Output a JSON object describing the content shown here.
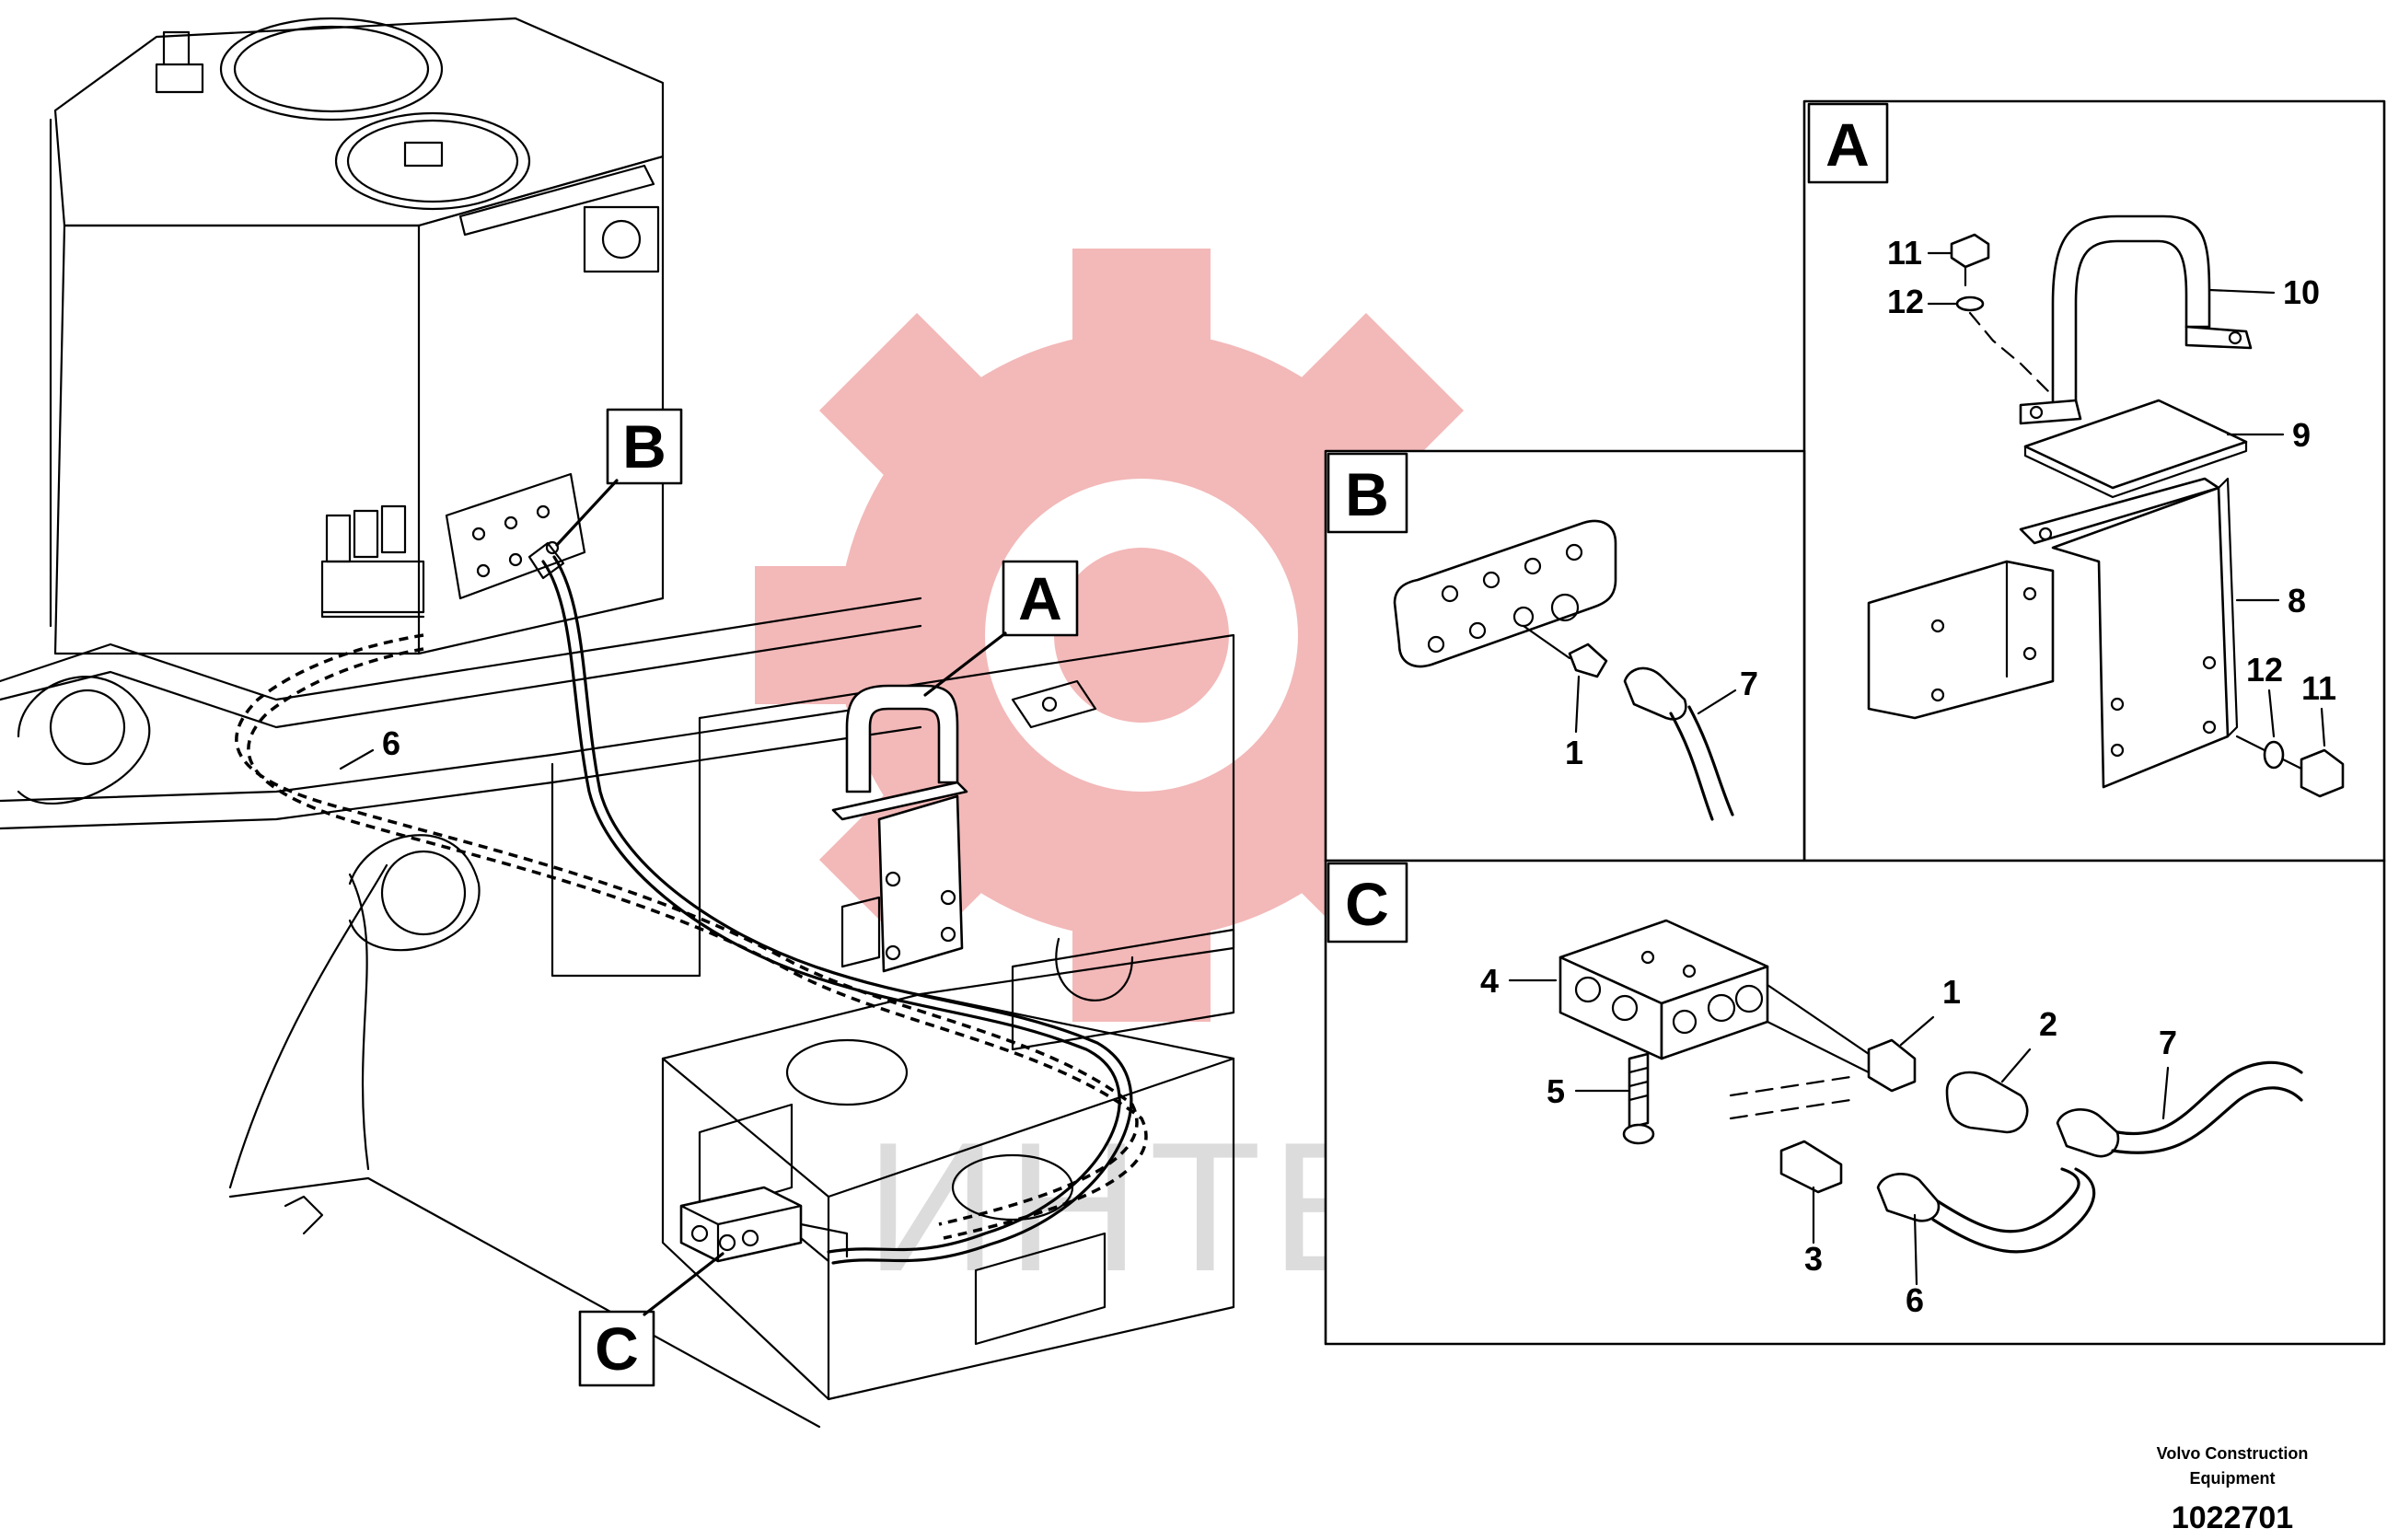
{
  "watermark": {
    "text": "ИНТЕХ",
    "gear_color": "#f3b8b8"
  },
  "overview": {
    "callout_A": "A",
    "callout_B": "B",
    "callout_C": "C",
    "part_6": "6"
  },
  "detail_A": {
    "title": "A",
    "labels": [
      "11",
      "12",
      "10",
      "9",
      "8",
      "12",
      "11"
    ]
  },
  "detail_B": {
    "title": "B",
    "labels": [
      "7",
      "1"
    ]
  },
  "detail_C": {
    "title": "C",
    "labels": [
      "4",
      "1",
      "2",
      "7",
      "5",
      "3",
      "6"
    ]
  },
  "footer": {
    "line1": "Volvo Construction",
    "line2": "Equipment",
    "number": "1022701"
  }
}
